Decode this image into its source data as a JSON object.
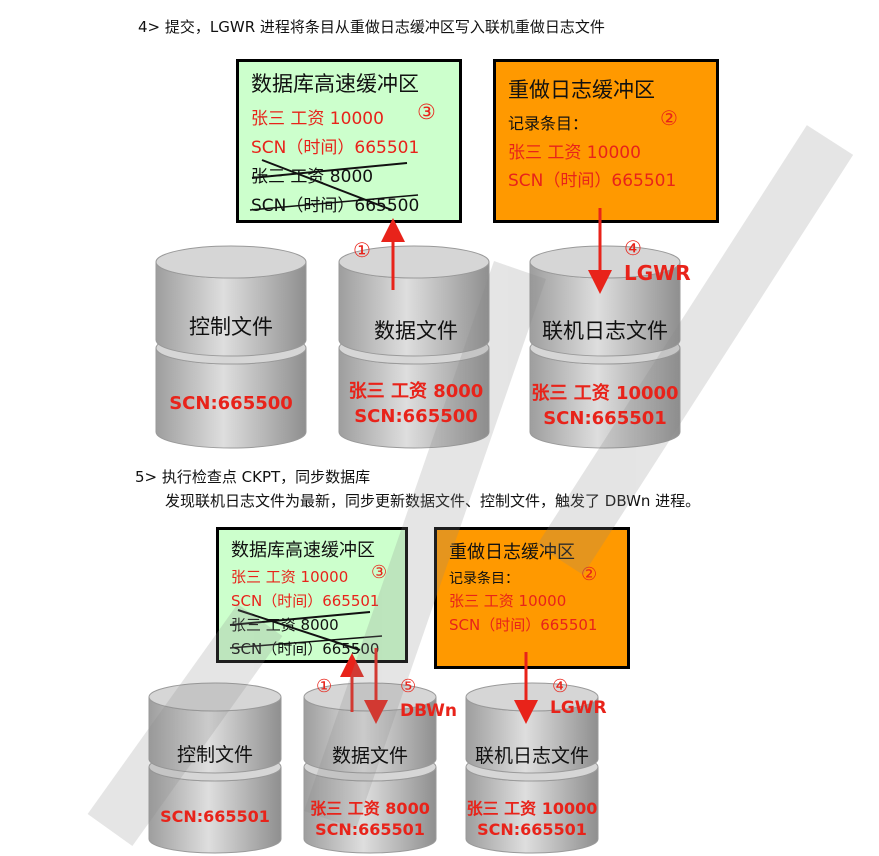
{
  "section4": {
    "caption": "4> 提交，LGWR 进程将条目从重做日志缓冲区写入联机重做日志文件",
    "cache_box": {
      "title": "数据库高速缓冲区",
      "line1": "张三  工资  10000",
      "marker": "③",
      "line2": "SCN（时间）665501",
      "line3": "张三  工资 8000",
      "line4": "SCN（时间）665500"
    },
    "redo_box": {
      "title": "重做日志缓冲区",
      "line1": "记录条目：",
      "marker": "②",
      "line2": "张三  工资 10000",
      "line3": "SCN（时间）665501"
    },
    "arrow1_label": "①",
    "arrow4_label": "④",
    "lgwr_label": "LGWR",
    "cylinders": [
      {
        "name": "控制文件",
        "line1": "",
        "line2": "SCN:665500"
      },
      {
        "name": "数据文件",
        "line1": "张三  工资 8000",
        "line2": "SCN:665500"
      },
      {
        "name": "联机日志文件",
        "line1": "张三  工资 10000",
        "line2": "SCN:665501"
      }
    ]
  },
  "section5": {
    "caption1": "5> 执行检查点 CKPT，同步数据库",
    "caption2": "发现联机日志文件为最新，同步更新数据文件、控制文件，触发了 DBWn 进程。",
    "cache_box": {
      "title": "数据库高速缓冲区",
      "line1": "张三  工资  10000",
      "marker": "③",
      "line2": "SCN（时间）665501",
      "line3": "张三  工资 8000",
      "line4": "SCN（时间）665500"
    },
    "redo_box": {
      "title": "重做日志缓冲区",
      "line1": "记录条目：",
      "marker": "②",
      "line2": "张三  工资 10000",
      "line3": "SCN（时间）665501"
    },
    "arrow1_label": "①",
    "arrow5_label": "⑤",
    "dbwn_label": "DBWn",
    "arrow4_label": "④",
    "lgwr_label": "LGWR",
    "cylinders": [
      {
        "name": "控制文件",
        "line1": "",
        "line2": "SCN:665501"
      },
      {
        "name": "数据文件",
        "line1": "张三  工资 8000",
        "line2": "SCN:665501"
      },
      {
        "name": "联机日志文件",
        "line1": "张三  工资 10000",
        "line2": "SCN:665501"
      }
    ]
  },
  "colors": {
    "cache_fill": "#ccffcc",
    "redo_fill": "#ff9900",
    "accent": "#e8231a",
    "cylinder": "#c8c8c8"
  }
}
